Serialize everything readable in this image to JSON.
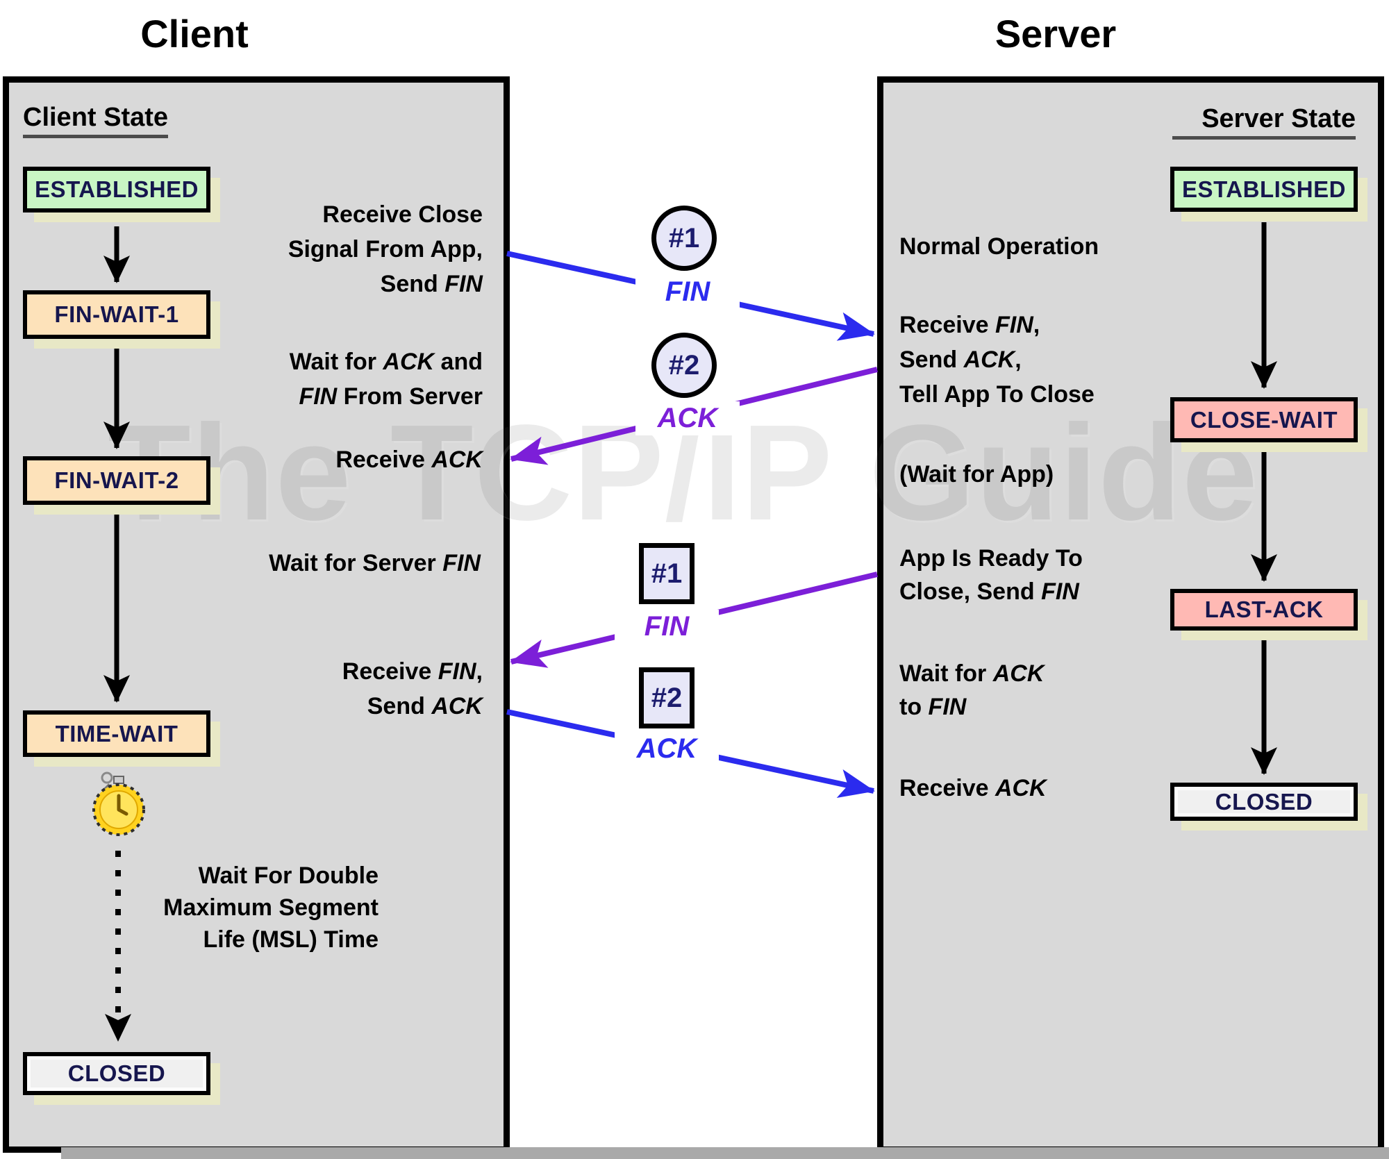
{
  "watermark": "The TCP/IP Guide",
  "colors": {
    "panel_bg": "#d9d9d9",
    "established_green": "#c9f6c4",
    "wait_peach": "#fde2ba",
    "close_pink": "#ffb9b4",
    "closed_gray": "#f0f0f0",
    "badge_lavender": "#e7e7f8",
    "fin_blue": "#2b2bee",
    "ack_purple": "#7c1fd8",
    "arrow_black": "#000000",
    "shadow_khaki": "#e8e8c6"
  },
  "client": {
    "title": "Client",
    "heading": "Client State",
    "states": [
      {
        "label": "ESTABLISHED"
      },
      {
        "label": "FIN-WAIT-1"
      },
      {
        "label": "FIN-WAIT-2"
      },
      {
        "label": "TIME-WAIT"
      },
      {
        "label": "CLOSED"
      }
    ],
    "annotations": [
      {
        "lines": [
          "Receive Close",
          "Signal From App,",
          "Send *FIN*"
        ]
      },
      {
        "lines": [
          "Wait for *ACK* and",
          "*FIN* From Server"
        ]
      },
      {
        "lines": [
          "Receive *ACK*"
        ]
      },
      {
        "lines": [
          "Wait for Server *FIN*"
        ]
      },
      {
        "lines": [
          "Receive *FIN*,",
          "Send *ACK*"
        ]
      },
      {
        "lines": [
          "Wait For Double",
          "Maximum Segment",
          "Life (MSL) Time"
        ]
      }
    ]
  },
  "server": {
    "title": "Server",
    "heading": "Server State",
    "states": [
      {
        "label": "ESTABLISHED"
      },
      {
        "label": "CLOSE-WAIT"
      },
      {
        "label": "LAST-ACK"
      },
      {
        "label": "CLOSED"
      }
    ],
    "annotations": [
      {
        "lines": [
          "Normal Operation"
        ]
      },
      {
        "lines": [
          "Receive *FIN*,",
          "Send *ACK*,",
          "Tell App To Close"
        ]
      },
      {
        "lines": [
          "(Wait for App)"
        ]
      },
      {
        "lines": [
          "App Is Ready To",
          "Close, Send *FIN*"
        ]
      },
      {
        "lines": [
          "Wait for *ACK*",
          "to *FIN*"
        ]
      },
      {
        "lines": [
          "Receive *ACK*"
        ]
      }
    ]
  },
  "messages": [
    {
      "badge": "#1",
      "shape": "circle",
      "label": "FIN",
      "from": "client",
      "to": "server"
    },
    {
      "badge": "#2",
      "shape": "circle",
      "label": "ACK",
      "from": "server",
      "to": "client"
    },
    {
      "badge": "#1",
      "shape": "square",
      "label": "FIN",
      "from": "server",
      "to": "client"
    },
    {
      "badge": "#2",
      "shape": "square",
      "label": "ACK",
      "from": "client",
      "to": "server"
    }
  ],
  "icons": {
    "timer": "stopwatch"
  }
}
